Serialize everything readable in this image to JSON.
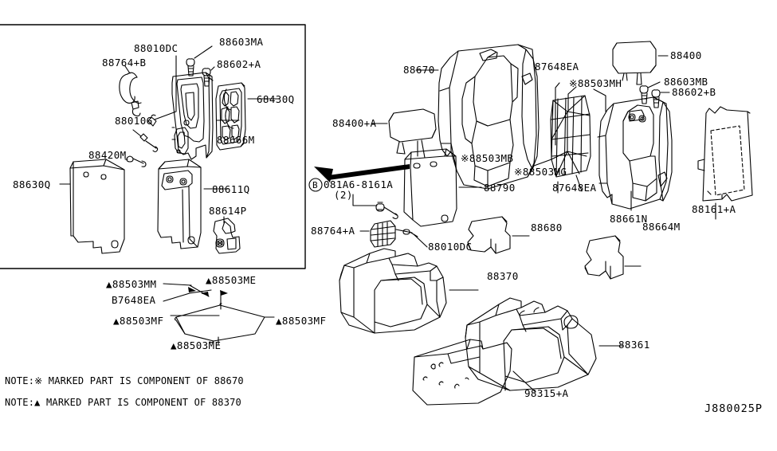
{
  "diagram": {
    "code": "J880025P",
    "notes": [
      "NOTE:※ MARKED PART IS COMPONENT OF 88670",
      "NOTE:▲ MARKED PART IS COMPONENT OF 88370"
    ],
    "note_symbols": [
      "※",
      "▲"
    ]
  },
  "labels": {
    "l_88010DC_top": "88010DC",
    "l_88603MA": "88603MA",
    "l_88764B": "88764+B",
    "l_88602A": "88602+A",
    "l_68430Q": "68430Q",
    "l_88010G": "88010G",
    "l_88666M": "88666M",
    "l_88420M": "88420M",
    "l_88630Q": "88630Q",
    "l_88611Q": "88611Q",
    "l_88614P": "88614P",
    "l_88670": "88670",
    "l_87648EA_top": "87648EA",
    "l_88503MH": "※88503MH",
    "l_88400": "88400",
    "l_88603MB": "88603MB",
    "l_88602B": "88602+B",
    "l_88400A": "88400+A",
    "l_88503MB": "※88503MB",
    "l_88503MG": "※88503MG",
    "l_87648EA_mid": "87648EA",
    "l_88790": "88790",
    "l_88661N": "88661N",
    "l_88161A": "88161+A",
    "l_bolt_081A6": "081A6-8161A",
    "l_bolt_qty": "(2)",
    "l_bolt_circle": "B",
    "l_88764A": "88764+A",
    "l_88010DC_mid": "88010DC",
    "l_88680": "88680",
    "l_88370": "88370",
    "l_88664M": "88664M",
    "l_88361": "88361",
    "l_98315A": "98315+A",
    "l_88503MM": "▲88503MM",
    "l_B7648EA": "B7648EA",
    "l_88503ME_top": "▲88503ME",
    "l_88503MF_left": "▲88503MF",
    "l_88503MF_right": "▲88503MF",
    "l_88503ME_bot": "▲88503ME"
  },
  "colors": {
    "line": "#000000",
    "background": "#ffffff",
    "arrow_fill": "#000000"
  }
}
